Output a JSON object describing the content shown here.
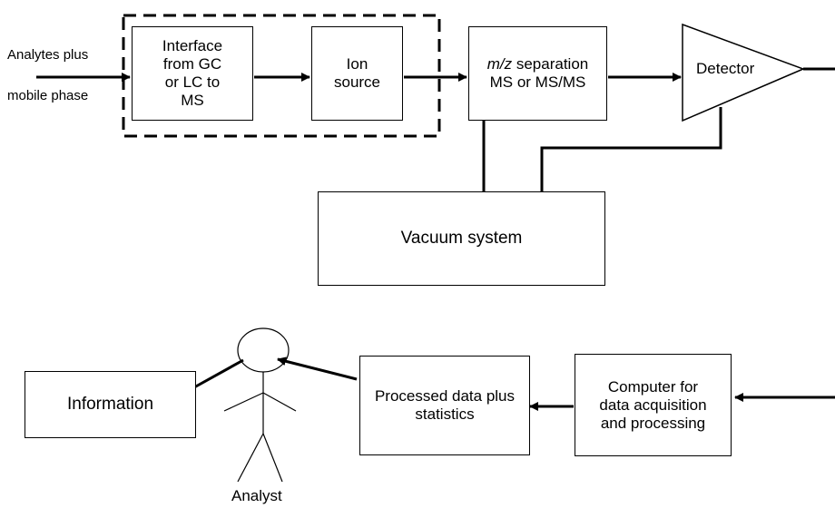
{
  "input_label_line1": "Analytes plus",
  "input_label_line2": "mobile phase",
  "blocks": {
    "interface": "Interface\nfrom GC\nor LC to\nMS",
    "ion_source": "Ion\nsource",
    "separation_italic": "m/z",
    "separation_rest": " separation",
    "separation_line2": "MS or MS/MS",
    "detector": "Detector",
    "vacuum": "Vacuum system",
    "computer": "Computer for\ndata acquisition\nand processing",
    "processed": "Processed data plus\nstatistics",
    "information": "Information"
  },
  "analyst_label": "Analyst"
}
